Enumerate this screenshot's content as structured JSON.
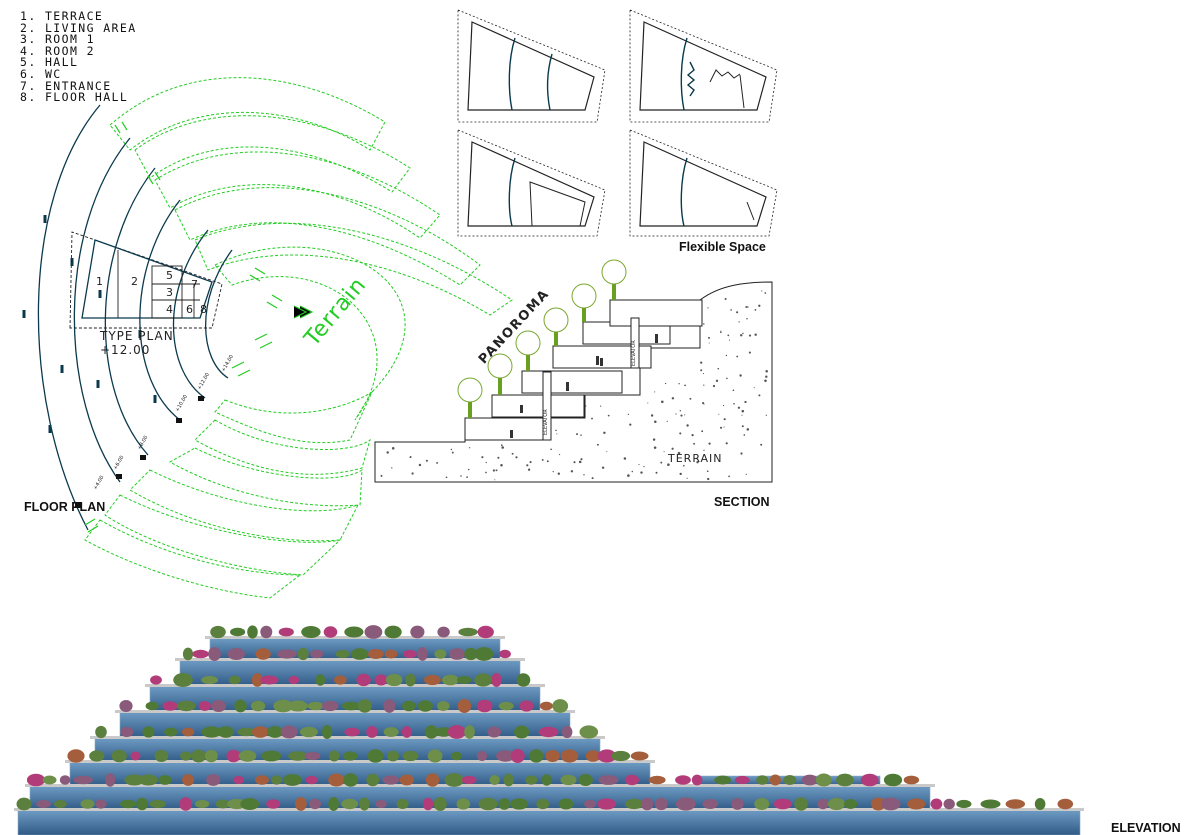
{
  "legend": [
    "1. TERRACE",
    "2. LIVING AREA",
    "3. ROOM 1",
    "4. ROOM 2",
    "5. HALL",
    "6. WC",
    "7. ENTRANCE",
    "8. FLOOR HALL"
  ],
  "labels": {
    "floor_plan": "FLOOR PLAN",
    "flexible_space": "Flexible Space",
    "section": "SECTION",
    "elevation": "ELEVATION",
    "terrain_plan": "Terrain",
    "terrain_section": "TERRAIN",
    "panoroma": "PANOROMA",
    "elevator": "ELEVATOR",
    "type_plan_title": "TYPE PLAN",
    "type_plan_level": "+12.00"
  },
  "room_numbers": [
    "1",
    "2",
    "5",
    "3",
    "4",
    "6",
    "7",
    "8"
  ],
  "colors": {
    "terrain_outline": "#22cc22",
    "wall_line": "#0b3a4d",
    "facade_blue": "#3d6a98",
    "foliage_green": "#4f7a36",
    "foliage_magenta": "#b23c7a"
  }
}
